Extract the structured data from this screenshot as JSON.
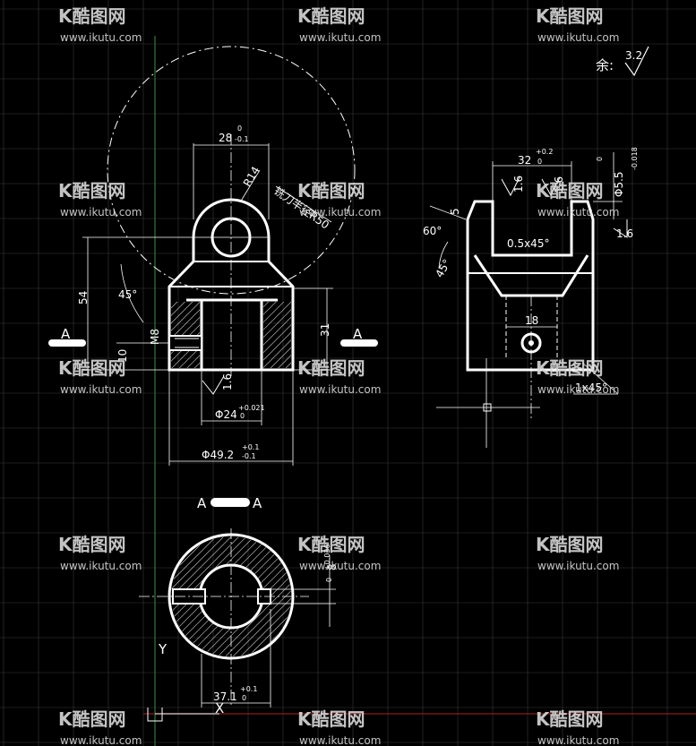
{
  "drawing": {
    "top_view": {
      "dims": {
        "width_top": "28",
        "width_top_tol": "0",
        "width_top_tol2": "-0.1",
        "radius": "R14",
        "cutter": "铣刀半径R50",
        "height_total": "54",
        "angle": "45°",
        "thread": "M8",
        "small": "10",
        "height_mid": "31",
        "bore": "Φ24",
        "bore_tol_up": "+0.021",
        "bore_tol_low": "0",
        "outer": "Φ49.2",
        "outer_tol_up": "+0.1",
        "outer_tol_low": "-0.1",
        "rough": "1.6"
      },
      "section_left": "A",
      "section_right": "A"
    },
    "side_view": {
      "dims": {
        "slot_width": "32",
        "slot_tol_up": "+0.2",
        "slot_tol_low": "0",
        "angle_60": "60°",
        "angle_45": "45°",
        "chamfer": "0.5x45°",
        "small_5": "5",
        "width_18": "18",
        "pin": "Φ5.5",
        "pin_tol_up": "0",
        "pin_tol_low": "-0.018",
        "chamfer2": "1x45°",
        "rough_a": "1.6",
        "rough_b": "1.6",
        "rough_c": "1.6"
      }
    },
    "section_view": {
      "title_left": "A",
      "title_right": "A",
      "dims": {
        "keyway": "37.1",
        "keyway_tol_up": "+0.1",
        "keyway_tol_low": "0",
        "key_w": "8",
        "key_w_tol": "+0.036",
        "key_w_tol2": "0"
      },
      "axis_y": "Y",
      "axis_x": "X"
    },
    "surface_note": {
      "prefix": "余:",
      "value": "3.2"
    }
  },
  "watermark": {
    "logo": "K酷图网",
    "url": "www.ikutu.com"
  },
  "colors": {
    "background": "#000000",
    "grid": "#3a3a3a",
    "line": "#ffffff",
    "axis_green": "#2e7d32",
    "axis_red": "#8b1d1d"
  }
}
